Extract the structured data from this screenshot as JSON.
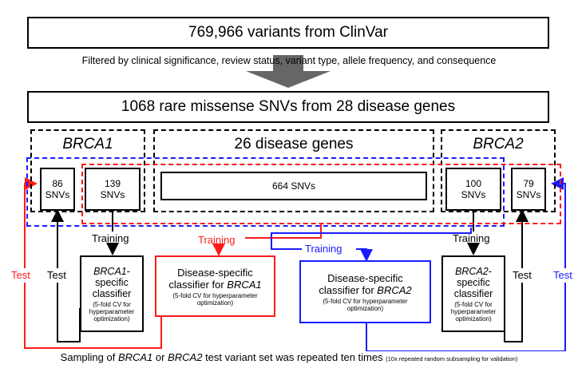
{
  "top_box": "769,966 variants from ClinVar",
  "filter_text": "Filtered by clinical significance, review status, variant type, allele frequency, and consequence",
  "rare_box": "1068 rare missense SNVs from 28 disease genes",
  "groups": {
    "brca1": "BRCA1",
    "disease_genes": "26 disease genes",
    "brca2": "BRCA2"
  },
  "snv_boxes": {
    "b1_test": [
      "86",
      "SNVs"
    ],
    "b1_train": [
      "139",
      "SNVs"
    ],
    "other": "664 SNVs",
    "b2_train": [
      "100",
      "SNVs"
    ],
    "b2_test": [
      "79",
      "SNVs"
    ]
  },
  "labels": {
    "training": "Training",
    "test": "Test"
  },
  "classifiers": {
    "brca1_specific": {
      "gene": "BRCA1",
      "line1": "-",
      "line2": "specific",
      "line3": "classifier",
      "note": "(5-fold CV for hyperparameter optimization)"
    },
    "disease_brca1": {
      "line1": "Disease-specific",
      "line2": "classifier for ",
      "gene": "BRCA1",
      "note": "(5-fold CV for hyperparameter optimization)"
    },
    "disease_brca2": {
      "line1": "Disease-specific",
      "line2": "classifier for ",
      "gene": "BRCA2",
      "note": "(5-fold CV for hyperparameter optimization)"
    },
    "brca2_specific": {
      "gene": "BRCA2",
      "line1": "-",
      "line2": "specific",
      "line3": "classifier",
      "note": "(5-fold CV for hyperparameter optimization)"
    }
  },
  "footer": {
    "part1": "Sampling of ",
    "gene1": "BRCA1",
    "part2": " or ",
    "gene2": "BRCA2",
    "part3": " test variant set was repeated ten times ",
    "note": "(10x repeated random subsampling for validation)"
  },
  "colors": {
    "red": "#ff1a1a",
    "blue": "#1a1aff",
    "black": "#000000",
    "arrow_gray": "#666666"
  }
}
